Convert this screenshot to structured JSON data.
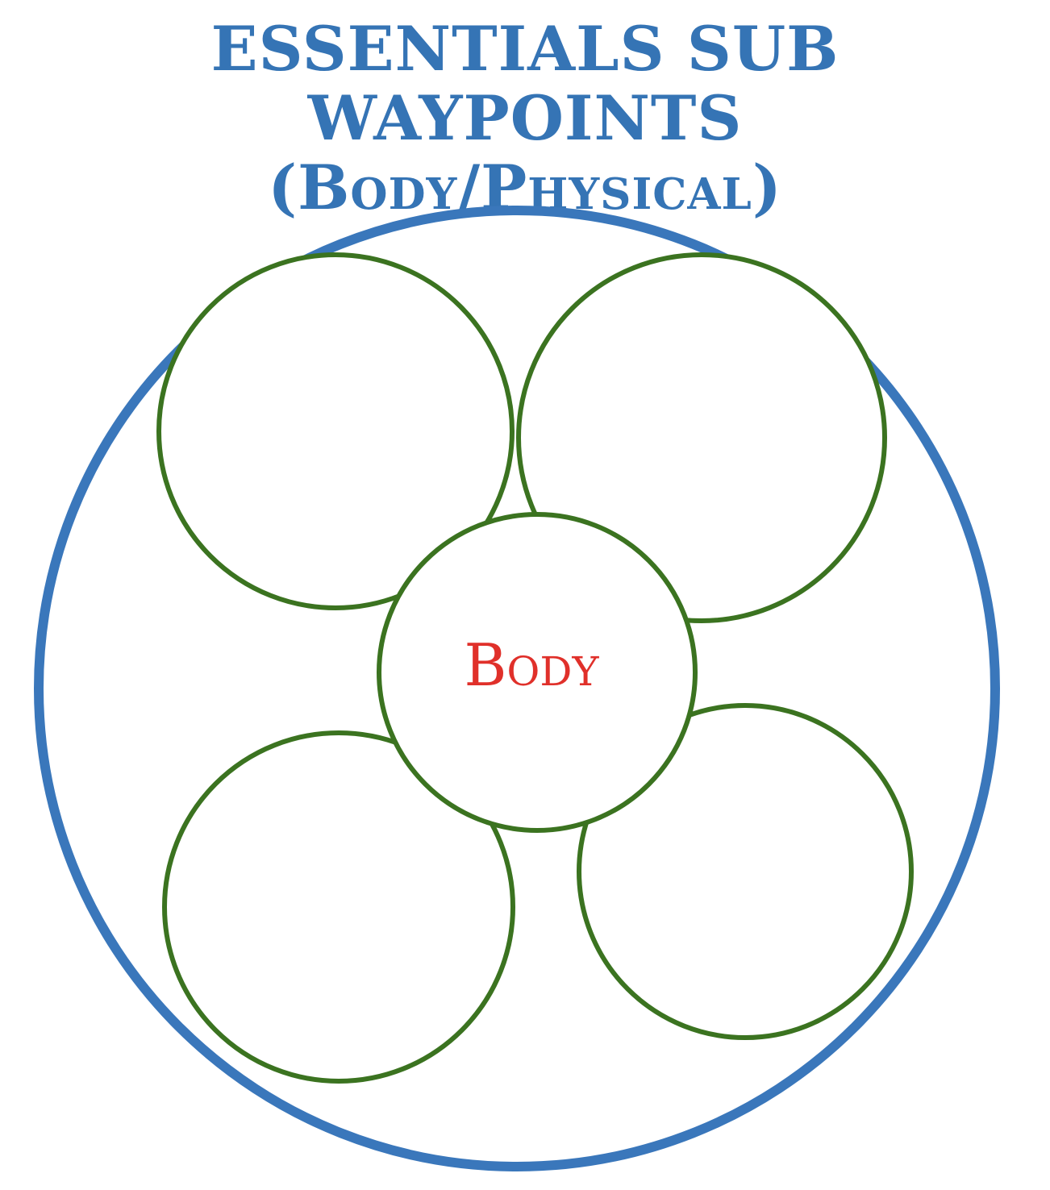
{
  "title": {
    "line1": "ESSENTIALS SUB WAYPOINTS",
    "line2": "(Body/Physical)"
  },
  "center_label": "Body",
  "colors": {
    "title": "#3574b5",
    "outer_ring": "#3a77bb",
    "inner_rings": "#3b7320",
    "center_label": "#e0302a",
    "background": "#ffffff"
  }
}
